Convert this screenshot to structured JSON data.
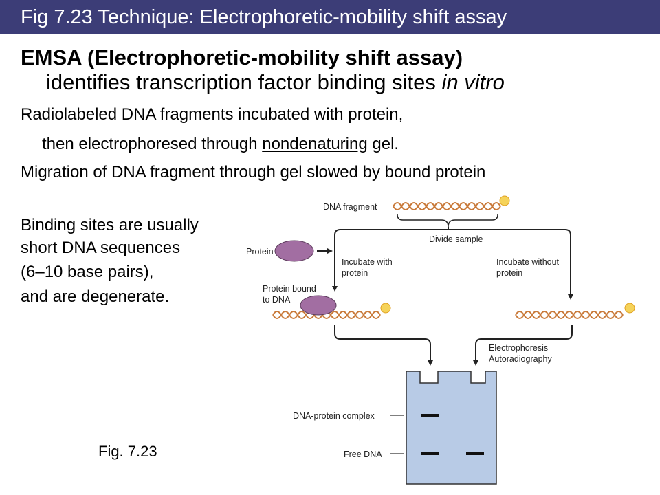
{
  "title_bar": {
    "text": "Fig 7.23  Technique: Electrophoretic-mobility shift assay"
  },
  "heading": {
    "line1": "EMSA (Electrophoretic-mobility shift assay)",
    "line2_text": "identifies transcription factor binding sites ",
    "line2_italic": "in vitro"
  },
  "paragraphs": {
    "p1": "Radiolabeled DNA fragments incubated with protein,",
    "p2_before": "then electrophoresed through ",
    "p2_underlined": "nondenaturing",
    "p2_after": " gel.",
    "p3": "Migration of DNA fragment through gel slowed by bound protein"
  },
  "side_text": [
    "Binding sites are usually",
    "short DNA sequences",
    "(6–10 base pairs),",
    "and are degenerate."
  ],
  "figure": {
    "dna_fragment": "DNA fragment",
    "protein": "Protein",
    "divide_sample": "Divide sample",
    "incubate_with": [
      "Incubate with",
      "protein"
    ],
    "incubate_without": [
      "Incubate without",
      "protein"
    ],
    "protein_bound": [
      "Protein bound",
      "to DNA"
    ],
    "electrophoresis": [
      "Electrophoresis",
      "Autoradiography"
    ],
    "dna_protein_complex": "DNA-protein complex",
    "free_dna": "Free DNA"
  },
  "caption": "Fig. 7.23",
  "colors": {
    "title_bar_bg": "#3c3d77",
    "dna_strand": "#c97a3a",
    "protein_fill": "#a26ea2",
    "gel_fill": "#b8cbe6",
    "radio_label": "#f5d35a"
  }
}
